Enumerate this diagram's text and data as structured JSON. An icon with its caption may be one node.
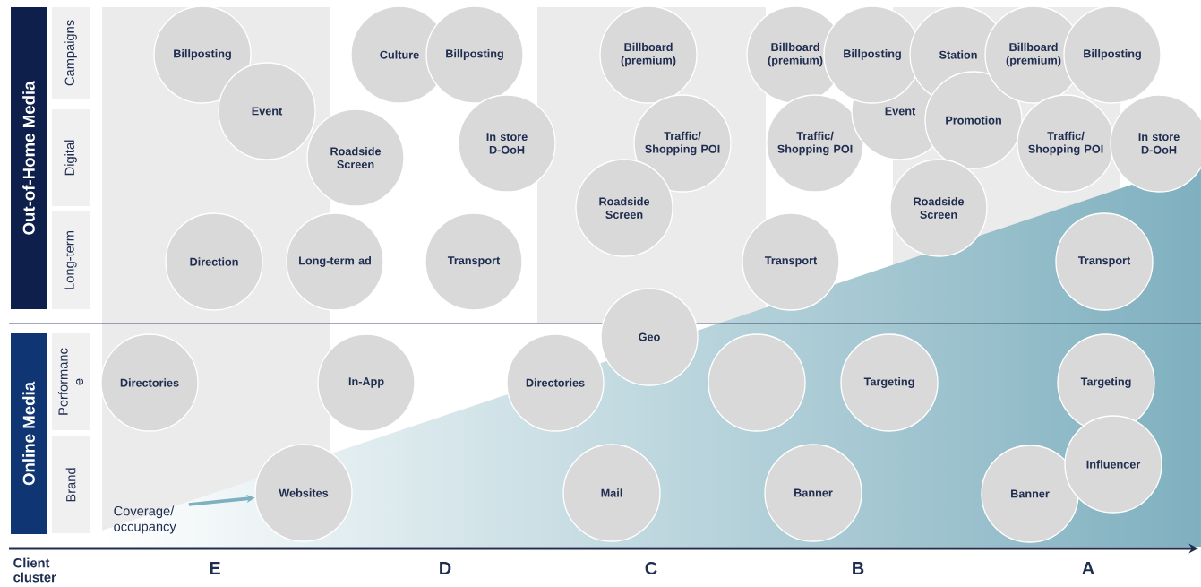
{
  "diagram": {
    "nodes": [
      {
        "text": [
          "Out-of-Home Media"
        ]
      },
      {
        "text": [
          "Online Media"
        ]
      },
      {
        "text": [
          "Campaigns"
        ]
      },
      {
        "text": [
          "Digital"
        ]
      },
      {
        "text": [
          "Long-term"
        ]
      },
      {
        "text": [
          "Performanc e"
        ]
      },
      {
        "text": [
          "Brand"
        ]
      },
      {
        "text": [
          "Billposting"
        ]
      },
      {
        "text": [
          "Event"
        ]
      },
      {
        "text": [
          "Roadside Screen"
        ]
      },
      {
        "text": [
          "Culture"
        ]
      },
      {
        "text": [
          "Billposting"
        ]
      },
      {
        "text": [
          "In store D-OoH"
        ]
      },
      {
        "text": [
          "Billboard (premium)"
        ]
      },
      {
        "text": [
          "Traffic/ Shopping POI"
        ]
      },
      {
        "text": [
          "Roadside Screen"
        ]
      },
      {
        "text": [
          "Billboard (premium)"
        ]
      },
      {
        "text": [
          "Traffic/ Shopping POI"
        ]
      },
      {
        "text": [
          "Event"
        ]
      },
      {
        "text": [
          "Billposting"
        ]
      },
      {
        "text": [
          "Station"
        ]
      },
      {
        "text": [
          "Promotion"
        ]
      },
      {
        "text": [
          "Roadside Screen"
        ]
      },
      {
        "text": [
          "Billboard (premium)"
        ]
      },
      {
        "text": [
          "Traffic/ Shopping POI"
        ]
      },
      {
        "text": [
          "Billposting"
        ]
      },
      {
        "text": [
          "In store D-OoH"
        ]
      },
      {
        "text": [
          "Direction"
        ]
      },
      {
        "text": [
          "Long-term ad"
        ]
      },
      {
        "text": [
          "Transport"
        ]
      },
      {
        "text": [
          "Transport"
        ]
      },
      {
        "text": [
          "Transport"
        ]
      },
      {
        "text": [
          "Geo"
        ]
      },
      {
        "text": [
          "Directories"
        ]
      },
      {
        "text": [
          "In-App"
        ]
      },
      {
        "text": [
          "Directories"
        ]
      },
      {
        "text": [],
        "shape": "circle"
      },
      {
        "text": [
          "Targeting"
        ]
      },
      {
        "text": [
          "Targeting"
        ]
      },
      {
        "text": [
          "Websites"
        ]
      },
      {
        "text": [
          "Mail"
        ]
      },
      {
        "text": [
          "Banner"
        ]
      },
      {
        "text": [
          "Banner"
        ]
      },
      {
        "text": [
          "Influencer"
        ]
      },
      {
        "text": [
          "Coverage/ occupancy"
        ]
      }
    ],
    "edges": [
      {
        "from": 44,
        "to": 39,
        "arrow": "to",
        "color": "#7fb0bf"
      }
    ],
    "labels": [
      "Client cluster",
      "E",
      "D",
      "C",
      "B",
      "A"
    ]
  }
}
